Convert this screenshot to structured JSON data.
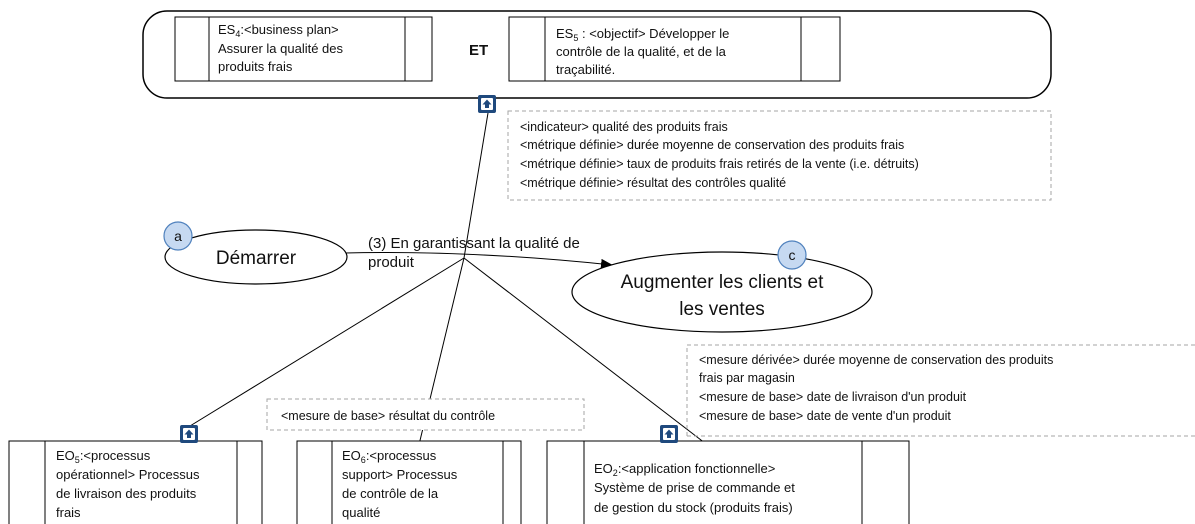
{
  "strategic_goals": {
    "and_label": "ET",
    "es4": {
      "code": "ES",
      "sub": "4",
      "lines": [
        ":<business plan>",
        "Assurer la qualité des",
        "produits frais"
      ]
    },
    "es5": {
      "code": "ES",
      "sub": "5",
      "lines": [
        " : <objectif> Développer le",
        "contrôle de la qualité,  et de la",
        "traçabilité."
      ]
    }
  },
  "indicator_note": {
    "lines": [
      "<indicateur> qualité des produits frais",
      "<métrique définie> durée moyenne de conservation des produits frais",
      "<métrique définie> taux de produits frais retirés de la vente (i.e. détruits)",
      "<métrique définie> résultat des contrôles qualité"
    ]
  },
  "intentions": {
    "start": {
      "badge": "a",
      "label": "Démarrer"
    },
    "target": {
      "badge": "c",
      "lines": [
        "Augmenter les clients et",
        "les ventes"
      ]
    }
  },
  "strategy_label": {
    "lines": [
      "(3) En garantissant la qualité de",
      "produit"
    ]
  },
  "measure_base_note": {
    "text": "<mesure de base> résultat du contrôle"
  },
  "measure_note": {
    "lines": [
      "<mesure dérivée> durée moyenne de conservation des produits",
      "frais par magasin",
      "<mesure de base> date de livraison d'un produit",
      "<mesure de base> date de vente d'un produit"
    ]
  },
  "operational_elements": {
    "eo5": {
      "code": "EO",
      "sub": "5",
      "lines": [
        ":<processus",
        "opérationnel> Processus",
        "de livraison des produits",
        "frais"
      ]
    },
    "eo6": {
      "code": "EO",
      "sub": "6",
      "lines": [
        ":<processus",
        "support> Processus",
        "de contrôle de la",
        "qualité"
      ]
    },
    "eo2": {
      "code": "EO",
      "sub": "2",
      "lines": [
        ":<application fonctionnelle>",
        "Système de prise de commande et",
        "de gestion du stock (produits frais)"
      ]
    }
  },
  "icons": {
    "link": "up-arrow-icon"
  },
  "colors": {
    "badge_fill": "#c6d9f1",
    "badge_stroke": "#4f81bd",
    "icon_fill": "#1f497d",
    "dash": "#a6a6a6"
  }
}
